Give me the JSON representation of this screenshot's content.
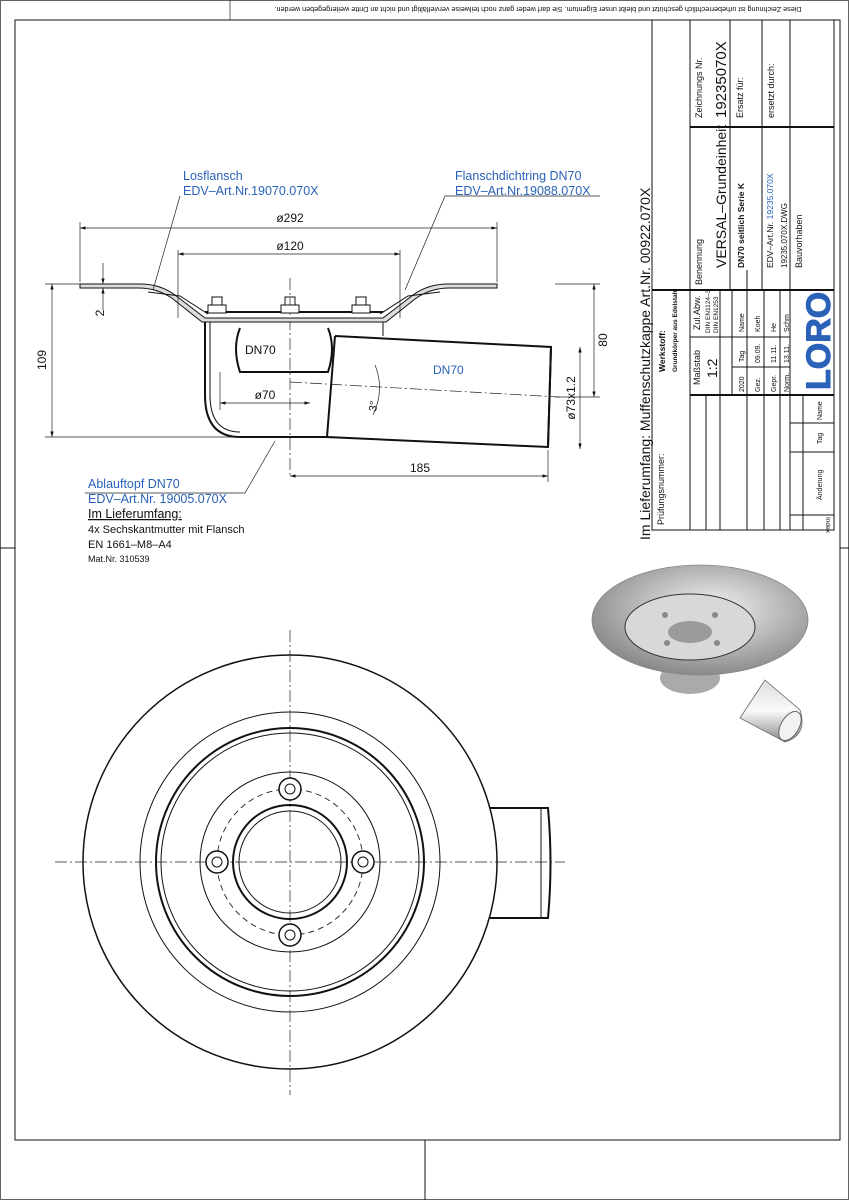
{
  "notice": "Diese Zeichnung ist urheberrechtlich geschützt und bleibt unser Eigentum. Sie darf weder ganz noch teilweise vervielfältigt und nicht an Dritte weitergegeben werden.",
  "side_view": {
    "callouts": {
      "losflansch": {
        "title": "Losflansch",
        "art": "EDV–Art.Nr.19070.070X"
      },
      "flanschdichtring": {
        "title": "Flanschdichtring DN70",
        "art": "EDV–Art.Nr.19088.070X"
      },
      "ablauftopf": {
        "title": "Ablauftopf DN70",
        "art": "EDV–Art.Nr. 19005.070X"
      }
    },
    "dimensions": {
      "d292": "ø292",
      "d120": "ø120",
      "d70": "ø70",
      "h109": "109",
      "t2": "2",
      "h80": "80",
      "pipe": "ø73x1.2",
      "l185": "185",
      "angle": "3°"
    },
    "labels": {
      "dn70_pot": "DN70",
      "dn70_pipe": "DN70"
    }
  },
  "scope": {
    "heading": "Im Lieferumfang:",
    "line1": "4x Sechskantmutter mit Flansch",
    "line2": "EN 1661–M8–A4",
    "line3": "Mat.Nr. 310539"
  },
  "scope_rotated": "Im Lieferumfang:  Muffenschutzkappe Art.Nr. 00922.070X",
  "title_block": {
    "pruefungsnummer": "Prüfungsnummer:",
    "werkstoff_label": "Werkstoff:",
    "werkstoff": "Grundkörper aus Edelstahl",
    "massstab_label": "Maßstab",
    "massstab": "1:2",
    "zul_abw_label": "Zul.Abw.",
    "zul_abw_1": "DIN EN1124–3",
    "zul_abw_2": "DIN EN1253",
    "year": "2020",
    "tag_header": "Tag",
    "name_header": "Name",
    "rows": [
      {
        "role": "Gez.",
        "date": "09.09.",
        "name": "Koeh"
      },
      {
        "role": "Gepr.",
        "date": "11.11.",
        "name": "He"
      },
      {
        "role": "Norm.",
        "date": "13.11.",
        "name": "Schm"
      }
    ],
    "benennung_label": "Benennung",
    "benennung": "VERSAL–Grundeinheit",
    "subtitle": "DN70 seitlich Serie K",
    "edv_label": "EDV–Art.Nr.",
    "edv": "19235.070X",
    "dwg": "19235.070X.DWG",
    "zeichnungs_label": "Zeichnungs Nr.",
    "zeichnungs_nr": "19235070X",
    "ersatz_fuer": "Ersatz für:",
    "ersetzt_durch": "ersetzt durch:",
    "bauvorhaben": "Bauvorhaben",
    "logo": "LORO",
    "revision_headers": {
      "index": "Index",
      "aenderung": "Änderung",
      "tag": "Tag",
      "name": "Name"
    }
  },
  "colors": {
    "accent": "#2a62b8",
    "line": "#111111"
  }
}
